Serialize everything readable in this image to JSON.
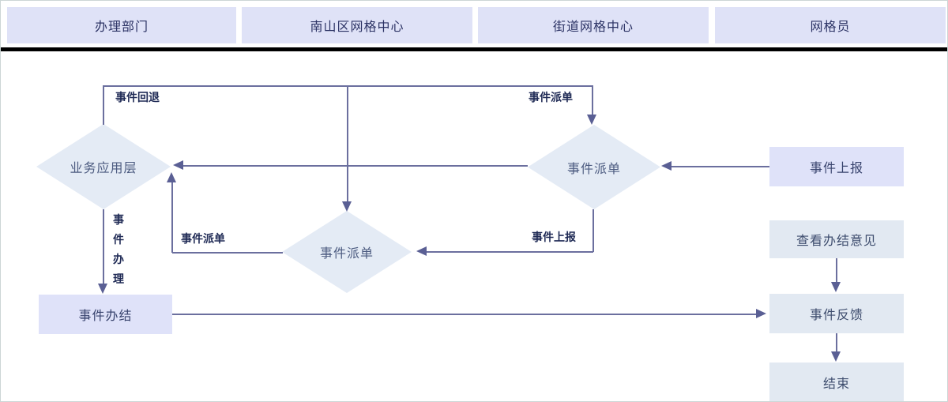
{
  "lanes": [
    {
      "label": "办理部门"
    },
    {
      "label": "南山区网格中心"
    },
    {
      "label": "街道网格中心"
    },
    {
      "label": "网格员"
    }
  ],
  "nodes": {
    "business_layer": {
      "label": "业务应用层",
      "type": "decision",
      "lane": "办理部门"
    },
    "dispatch_district": {
      "label": "事件派单",
      "type": "decision",
      "lane": "南山区网格中心"
    },
    "dispatch_street": {
      "label": "事件派单",
      "type": "decision",
      "lane": "街道网格中心"
    },
    "event_report": {
      "label": "事件上报",
      "type": "process",
      "lane": "网格员"
    },
    "view_result": {
      "label": "查看办结意见",
      "type": "process",
      "lane": "网格员"
    },
    "event_feedback": {
      "label": "事件反馈",
      "type": "process",
      "lane": "网格员"
    },
    "end": {
      "label": "结束",
      "type": "terminator",
      "lane": "网格员"
    },
    "event_close": {
      "label": "事件办结",
      "type": "process",
      "lane": "办理部门"
    }
  },
  "edge_labels": {
    "rollback_top_left": "事件回退",
    "dispatch_top_right": "事件派单",
    "dispatch_mid_left": "事件派单",
    "report_mid_bottom": "事件上报",
    "handle_vertical": "事件办理"
  },
  "colors": {
    "lane_fill": "#dfe2f7",
    "lane_text": "#2b3264",
    "divider_bar": "#000000",
    "diamond_fill": "#e4ebf5",
    "box_lavender_fill": "#dfe2f9",
    "box_bluegray_fill": "#e2e9f2",
    "connector_line": "#6b6f9e",
    "arrowhead": "#5a5f94",
    "edge_label_text": "#1f2a55",
    "canvas_border": "#ccd6d6"
  }
}
